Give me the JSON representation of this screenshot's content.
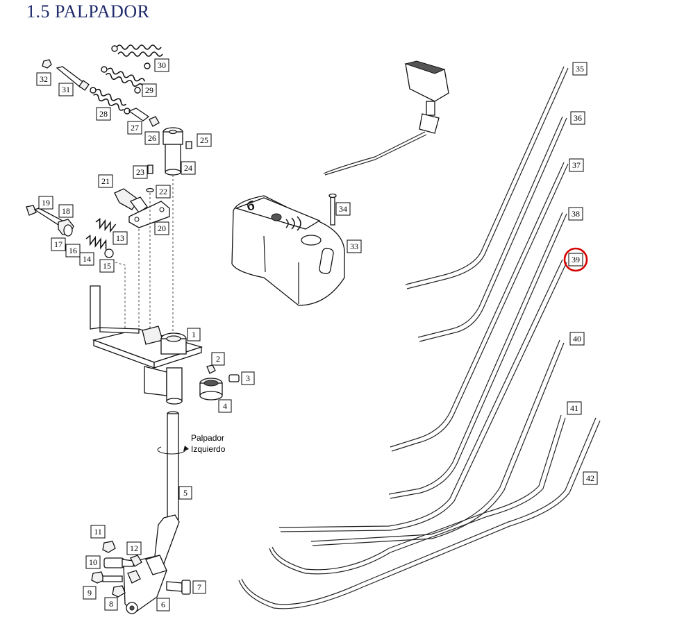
{
  "title": "1.5 PALPADOR",
  "rotation_note": [
    "Palpador",
    "Izquierdo"
  ],
  "highlight_color": "#d40000",
  "title_color": "#1f2a6b",
  "callouts": [
    "1",
    "2",
    "3",
    "4",
    "5",
    "6",
    "7",
    "8",
    "9",
    "10",
    "11",
    "12",
    "13",
    "14",
    "15",
    "16",
    "17",
    "18",
    "19",
    "20",
    "21",
    "22",
    "23",
    "24",
    "25",
    "26",
    "27",
    "28",
    "29",
    "30",
    "31",
    "32",
    "33",
    "34",
    "35",
    "36",
    "37",
    "38",
    "39",
    "40",
    "41",
    "42"
  ],
  "highlighted_callout": "39"
}
